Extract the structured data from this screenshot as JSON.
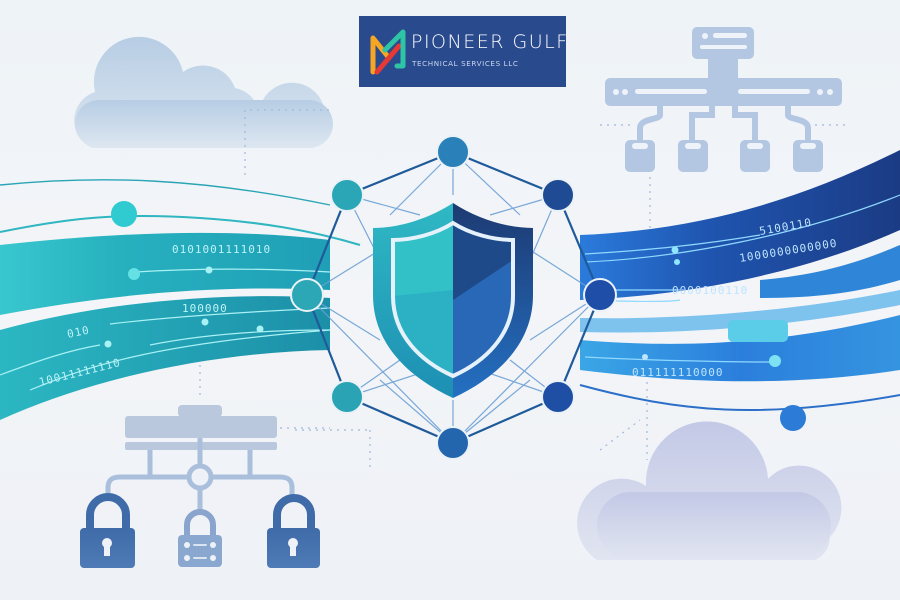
{
  "logo": {
    "name": "PIONEER GULF",
    "tagline": "TECHNICAL SERVICES LLC",
    "background": "#2a4a8e",
    "mark_colors": [
      "#f5a623",
      "#e53935",
      "#2ec4a6"
    ]
  },
  "illustration": {
    "theme": "network security",
    "center_icon": "shield-icon",
    "colors": {
      "teal": "#1fb3c0",
      "navy": "#1e3f7a",
      "blue": "#2b6fc9",
      "light_blue": "#a9c4e4",
      "cloud": "#c9d6ea"
    },
    "binary_strings_left": [
      "0101001111010",
      "100000",
      "010",
      "10011111110"
    ],
    "binary_strings_right": [
      "5100110",
      "1000000000000",
      "0000100110",
      "011111110000"
    ]
  }
}
